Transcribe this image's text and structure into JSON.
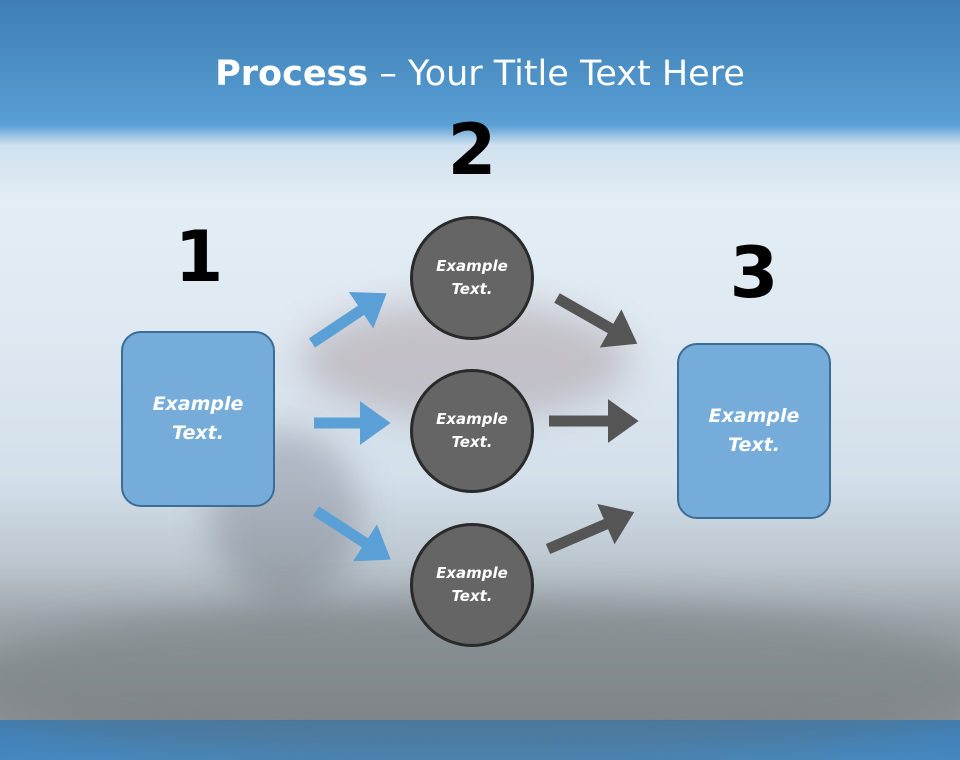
{
  "title": {
    "bold": "Process",
    "rest": " – Your Title Text Here"
  },
  "steps": [
    {
      "number": "1",
      "text": "Example Text."
    },
    {
      "number": "2",
      "text": "Example Text."
    },
    {
      "number": "3",
      "text": "Example Text."
    }
  ],
  "circles": [
    {
      "text": "Example Text."
    },
    {
      "text": "Example Text."
    },
    {
      "text": "Example Text."
    }
  ],
  "colors": {
    "box_fill": "#75acd9",
    "box_border": "#3b6d97",
    "circle_fill": "#656565",
    "circle_border": "#2a2a2a",
    "blue_arrow": "#5a9fd6",
    "gray_arrow": "#555555"
  }
}
